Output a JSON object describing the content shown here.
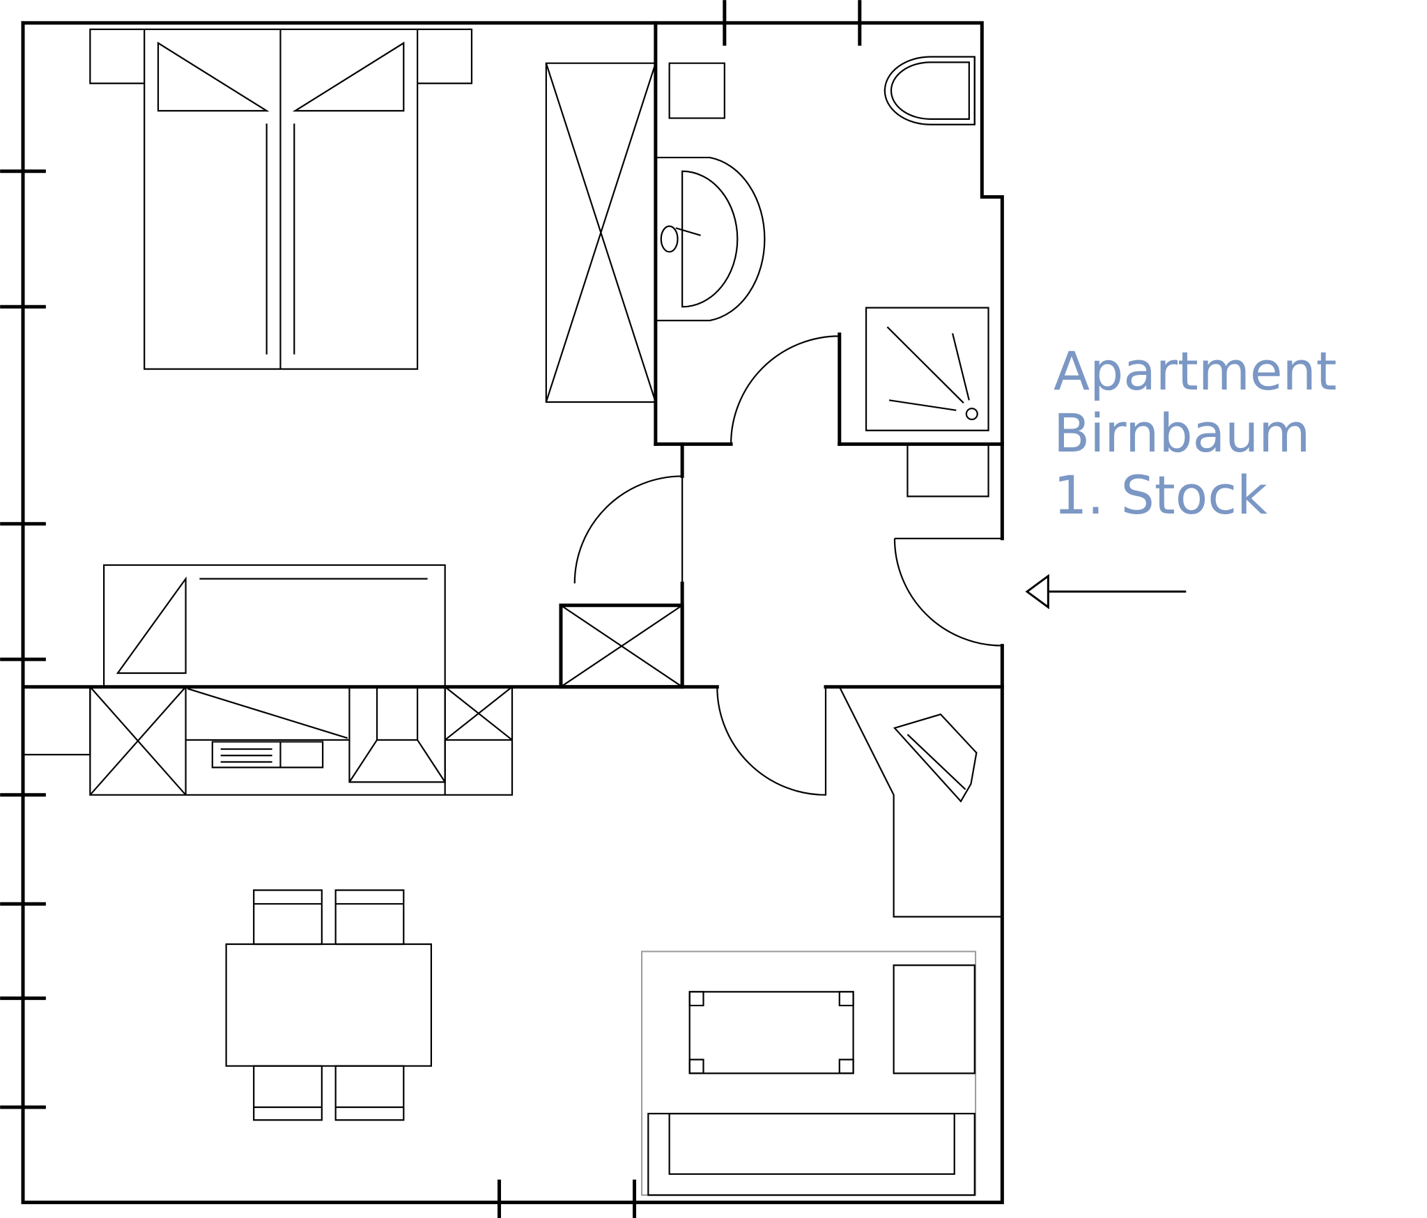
{
  "label": {
    "line1": "Apartment",
    "line2": "Birnbaum",
    "line3": "1. Stock",
    "color": "#7b97c4"
  },
  "colors": {
    "stroke": "#000000",
    "rug": "#999999",
    "background": "#ffffff"
  },
  "icons": [
    "entrance-arrow-icon"
  ]
}
